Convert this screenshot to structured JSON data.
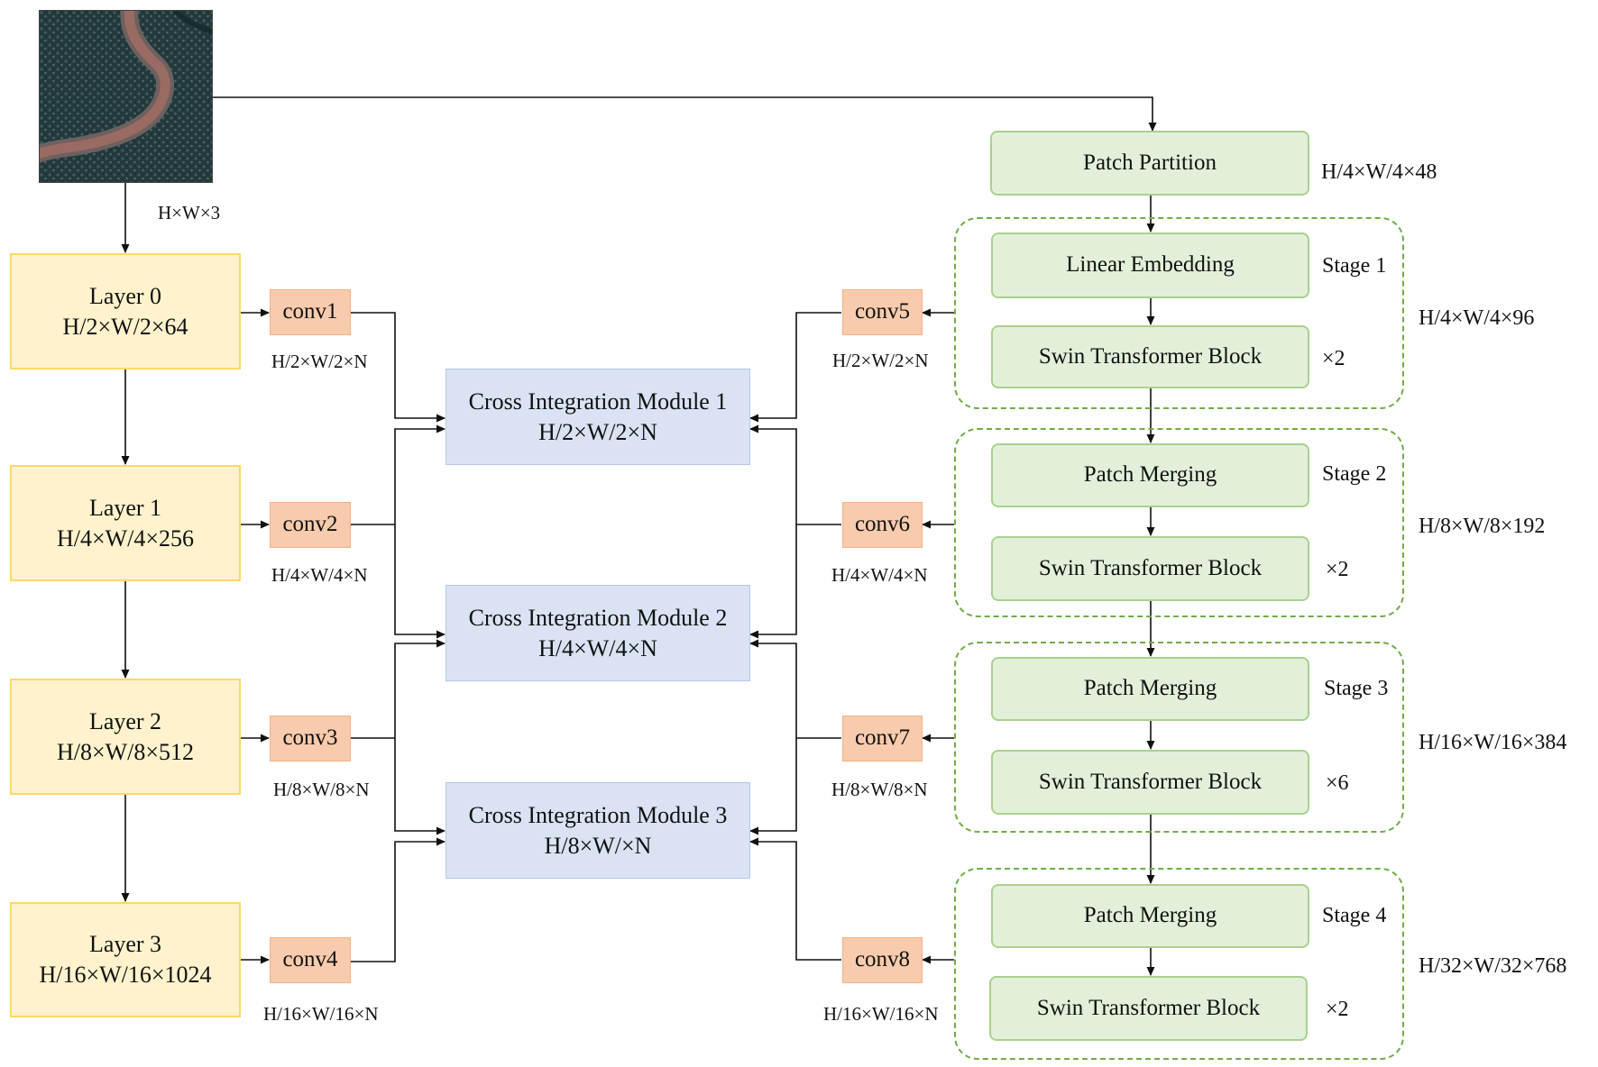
{
  "input": {
    "dim": "H×W×3"
  },
  "layers": [
    {
      "name": "Layer 0",
      "dim": "H/2×W/2×64"
    },
    {
      "name": "Layer 1",
      "dim": "H/4×W/4×256"
    },
    {
      "name": "Layer 2",
      "dim": "H/8×W/8×512"
    },
    {
      "name": "Layer 3",
      "dim": "H/16×W/16×1024"
    }
  ],
  "convs_left": [
    {
      "label": "conv1",
      "dim": "H/2×W/2×N"
    },
    {
      "label": "conv2",
      "dim": "H/4×W/4×N"
    },
    {
      "label": "conv3",
      "dim": "H/8×W/8×N"
    },
    {
      "label": "conv4",
      "dim": "H/16×W/16×N"
    }
  ],
  "convs_right": [
    {
      "label": "conv5",
      "dim": "H/2×W/2×N"
    },
    {
      "label": "conv6",
      "dim": "H/4×W/4×N"
    },
    {
      "label": "conv7",
      "dim": "H/8×W/8×N"
    },
    {
      "label": "conv8",
      "dim": "H/16×W/16×N"
    }
  ],
  "cims": [
    {
      "name": "Cross Integration Module 1",
      "dim": "H/2×W/2×N"
    },
    {
      "name": "Cross Integration Module 2",
      "dim": "H/4×W/4×N"
    },
    {
      "name": "Cross Integration Module 3",
      "dim": "H/8×W/×N"
    }
  ],
  "patch_partition": {
    "label": "Patch Partition",
    "dim": "H/4×W/4×48"
  },
  "stages": [
    {
      "label": "Stage 1",
      "first": "Linear Embedding",
      "block": "Swin Transformer Block",
      "repeat": "×2",
      "dim": "H/4×W/4×96"
    },
    {
      "label": "Stage 2",
      "first": "Patch Merging",
      "block": "Swin Transformer Block",
      "repeat": "×2",
      "dim": "H/8×W/8×192"
    },
    {
      "label": "Stage 3",
      "first": "Patch Merging",
      "block": "Swin Transformer Block",
      "repeat": "×6",
      "dim": "H/16×W/16×384"
    },
    {
      "label": "Stage 4",
      "first": "Patch Merging",
      "block": "Swin Transformer Block",
      "repeat": "×2",
      "dim": "H/32×W/32×768"
    }
  ]
}
